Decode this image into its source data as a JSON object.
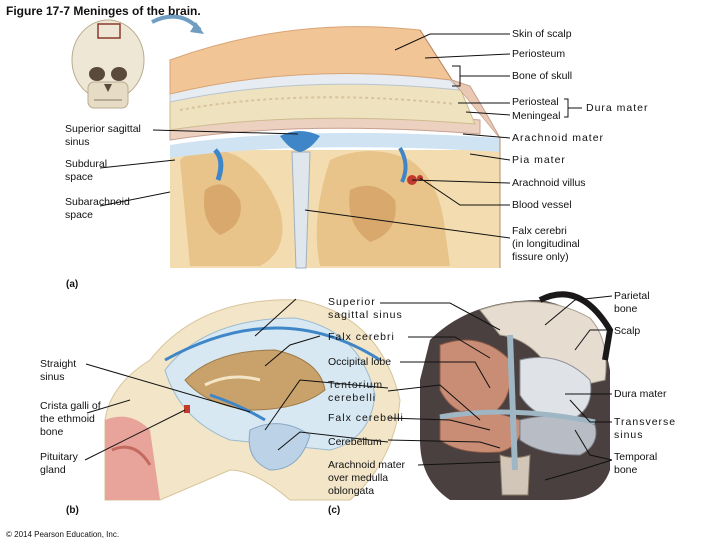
{
  "figure_title": "Figure 17-7  Meninges of the brain.",
  "copyright": "© 2014 Pearson Education, Inc.",
  "panels": {
    "a": "(a)",
    "b": "(b)",
    "c": "(c)"
  },
  "panel_a": {
    "skin_of_scalp": "Skin of scalp",
    "periosteum": "Periosteum",
    "bone_of_skull": "Bone of skull",
    "periosteal": "Periosteal",
    "meningeal": "Meningeal",
    "dura_mater": "Dura mater",
    "arachnoid_mater": "Arachnoid mater",
    "pia_mater": "Pia mater",
    "arachnoid_villus": "Arachnoid villus",
    "blood_vessel": "Blood vessel",
    "falx_cerebri": "Falx cerebri\n(in longitudinal\nfissure only)",
    "superior_sagittal_sinus": "Superior sagittal\nsinus",
    "subdural_space": "Subdural\nspace",
    "subarachnoid_space": "Subarachnoid\nspace"
  },
  "panel_b": {
    "straight_sinus": "Straight\nsinus",
    "crista_galli": "Crista galli of\nthe ethmoid\nbone",
    "pituitary_gland": "Pituitary\ngland"
  },
  "center": {
    "superior_sagittal_sinus": "Superior\nsagittal sinus",
    "falx_cerebri": "Falx cerebri",
    "occipital_lobe": "Occipital lobe",
    "tentorium_cerebelli": "Tentorium\ncerebelli",
    "falx_cerebelli": "Falx cerebelli",
    "cerebellum": "Cerebellum",
    "arachnoid_over_medulla": "Arachnoid mater\nover medulla\noblongata"
  },
  "panel_c": {
    "parietal_bone": "Parietal\nbone",
    "scalp": "Scalp",
    "dura_mater": "Dura mater",
    "transverse_sinus": "Transverse\nsinus",
    "temporal_bone": "Temporal\nbone"
  }
}
